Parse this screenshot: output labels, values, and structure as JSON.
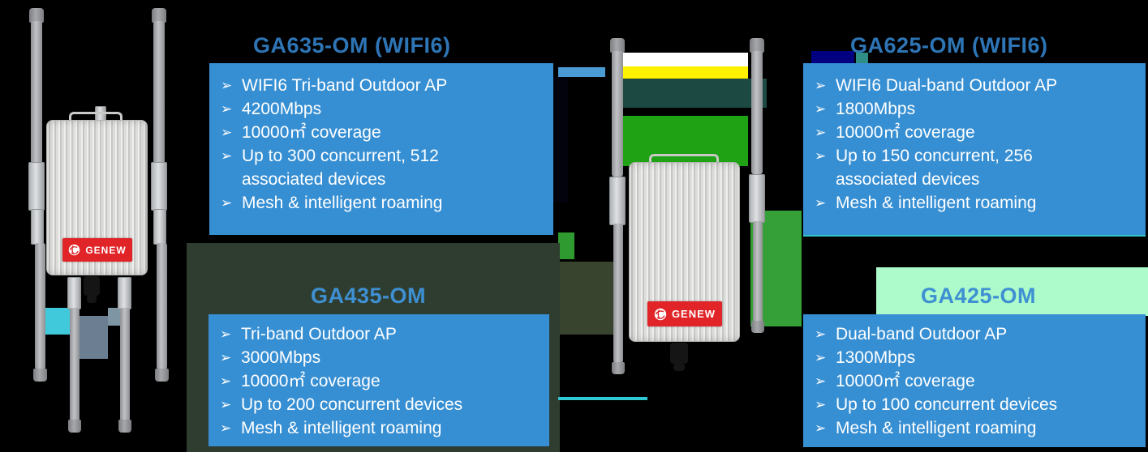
{
  "brand": {
    "logo_text": "GENEW"
  },
  "bullet_icon": "➢",
  "colors": {
    "box_blue": "#378FD3",
    "title_blue_dark": "#2E75B6",
    "title_blue_light": "#3E90D2",
    "logo_red": "#E02428",
    "text_white": "#FFFFFF"
  },
  "products": [
    {
      "id": "ga635",
      "title": "GA635-OM (WIFI6)",
      "features": [
        "WIFI6 Tri-band Outdoor AP",
        "4200Mbps",
        "10000㎡ coverage",
        "Up to 300 concurrent, 512 associated devices",
        "Mesh & intelligent roaming"
      ]
    },
    {
      "id": "ga435",
      "title": "GA435-OM",
      "features": [
        "Tri-band Outdoor AP",
        "3000Mbps",
        "10000㎡ coverage",
        "Up to 200 concurrent devices",
        "Mesh & intelligent roaming"
      ]
    },
    {
      "id": "ga625",
      "title": "GA625-OM (WIFI6)",
      "features": [
        "WIFI6 Dual-band Outdoor AP",
        "1800Mbps",
        "10000㎡ coverage",
        "Up to 150 concurrent, 256 associated devices",
        "Mesh & intelligent roaming"
      ]
    },
    {
      "id": "ga425",
      "title": "GA425-OM",
      "features": [
        "Dual-band Outdoor AP",
        "1300Mbps",
        "10000㎡ coverage",
        "Up to 100 concurrent devices",
        "Mesh & intelligent roaming"
      ]
    }
  ]
}
